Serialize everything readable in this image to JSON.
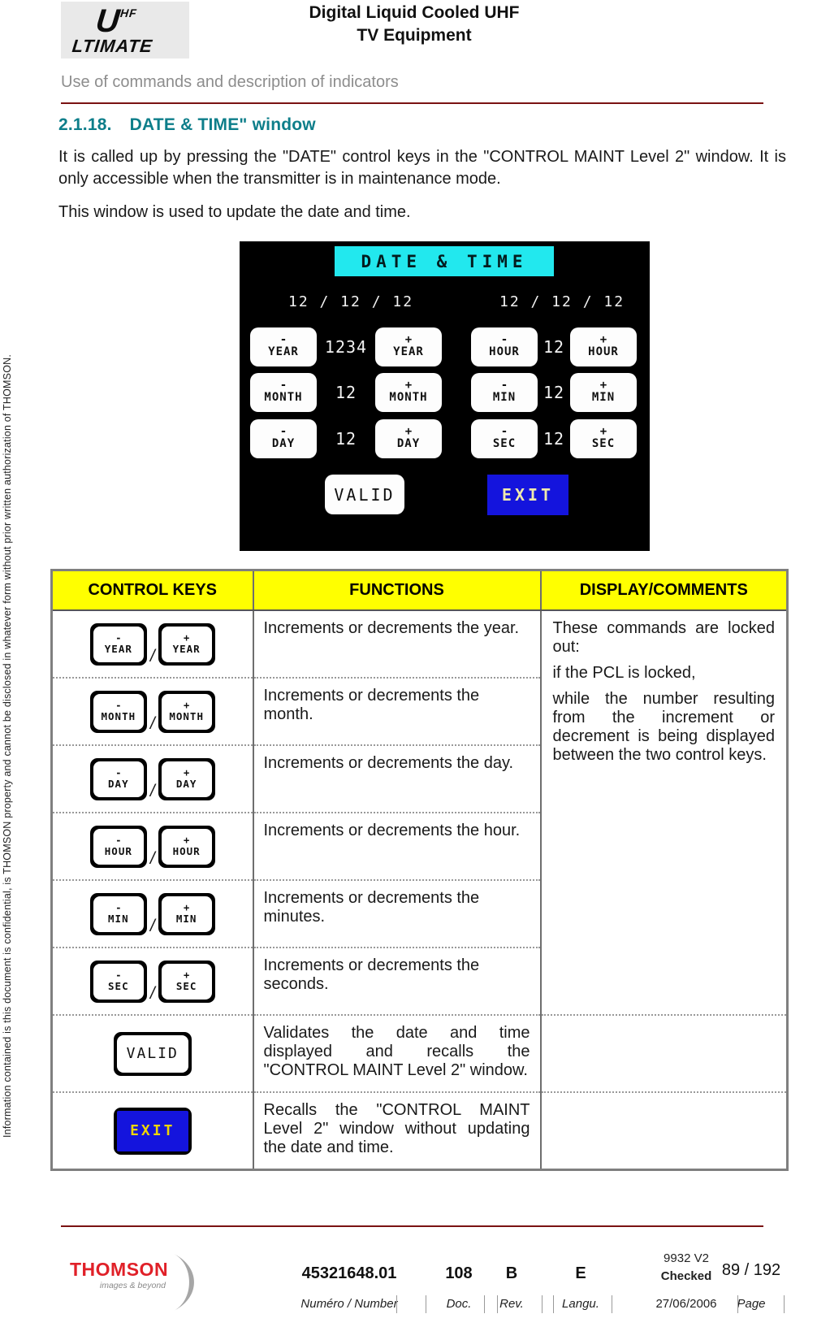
{
  "header": {
    "logo": {
      "u": "U",
      "hf": "HF",
      "rest": "LTIMATE"
    },
    "title_line1": "Digital Liquid Cooled UHF",
    "title_line2": "TV Equipment",
    "subtitle": "Use of commands and description of indicators"
  },
  "side_note": "Information contained is this document is confidential, is THOMSON property and cannot be disclosed in whatever form without prior written authorization of THOMSON.",
  "section": {
    "number": "2.1.18.",
    "title": "DATE & TIME\" window",
    "para1": "It is called up by pressing the \"DATE\" control keys in the \"CONTROL MAINT Level 2\" window. It is only accessible when the transmitter is in maintenance mode.",
    "para2": "This window is used to update the date and time."
  },
  "window": {
    "title": "DATE & TIME",
    "date_display": "12 / 12 / 12",
    "time_display": "12 / 12 / 12",
    "minus": "-",
    "plus": "+",
    "left_rows": [
      {
        "label": "YEAR",
        "value": "1234"
      },
      {
        "label": "MONTH",
        "value": "12"
      },
      {
        "label": "DAY",
        "value": "12"
      }
    ],
    "right_rows": [
      {
        "label": "HOUR",
        "value": "12"
      },
      {
        "label": "MIN",
        "value": "12"
      },
      {
        "label": "SEC",
        "value": "12"
      }
    ],
    "valid_label": "VALID",
    "exit_label": "EXIT"
  },
  "table": {
    "headers": [
      "CONTROL KEYS",
      "FUNCTIONS",
      "DISPLAY/COMMENTS"
    ],
    "separator": "/",
    "minus": "-",
    "plus": "+",
    "key_rows": [
      {
        "label": "YEAR",
        "function": "Increments or decrements the year."
      },
      {
        "label": "MONTH",
        "function": "Increments or decrements the month."
      },
      {
        "label": "DAY",
        "function": "Increments or decrements the day."
      },
      {
        "label": "HOUR",
        "function": "Increments or decrements the hour."
      },
      {
        "label": "MIN",
        "function": "Increments or decrements the minutes."
      },
      {
        "label": "SEC",
        "function": "Increments or decrements the seconds."
      }
    ],
    "comments": [
      "These commands are locked out:",
      "if the PCL is locked,",
      "while the number resulting from the increment or decrement is being displayed between the two control keys."
    ],
    "valid_row": {
      "key_label": "VALID",
      "function": "Validates the date and time displayed and recalls the \"CONTROL MAINT Level 2\" window."
    },
    "exit_row": {
      "key_label": "EXIT",
      "function": "Recalls the \"CONTROL MAINT Level 2\" window without updating the date and time."
    }
  },
  "footer": {
    "logo_name": "THOMSON",
    "logo_tagline": "images & beyond",
    "number": {
      "value": "45321648.01",
      "label": "Numéro / Number"
    },
    "doc": {
      "value": "108",
      "label": "Doc."
    },
    "rev": {
      "value": "B",
      "label": "Rev."
    },
    "langu": {
      "value": "E",
      "label": "Langu."
    },
    "checked": {
      "line1": "9932 V2",
      "line2": "Checked",
      "date": "27/06/2006"
    },
    "page": {
      "value": "89 / 192",
      "label": "Page"
    }
  },
  "colors": {
    "heading_teal": "#0d7e8a",
    "rule_dark_red": "#7a1212",
    "table_header_yellow": "#ffff00",
    "window_titlebar_cyan": "#22e8ee",
    "exit_button_blue": "#1414dd",
    "exit_text_yellow": "#efd600",
    "thomson_red": "#e02028"
  }
}
